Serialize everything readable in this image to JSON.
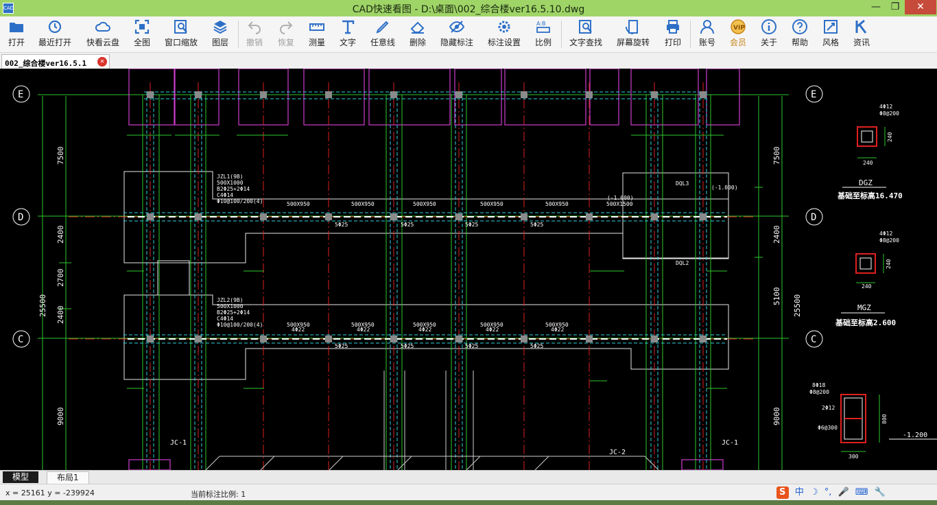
{
  "window": {
    "title": "CAD快速看图 - D:\\桌面\\002_综合楼ver16.5.10.dwg",
    "app_icon_text": "CAD",
    "minimize": "—",
    "restore": "❐",
    "close": "✕"
  },
  "toolbar": {
    "open": "打开",
    "recent": "最近打开",
    "cloud": "快看云盘",
    "fullview": "全图",
    "window_zoom": "窗口缩放",
    "layers": "图层",
    "undo": "撤销",
    "redo": "恢复",
    "measure": "测量",
    "text": "文字",
    "freeline": "任意线",
    "erase": "删除",
    "hide_annot": "隐藏标注",
    "annot_settings": "标注设置",
    "ratio": "比例",
    "text_find": "文字查找",
    "rotate": "屏幕旋转",
    "print": "打印",
    "account": "账号",
    "member": "会员",
    "about": "关于",
    "help": "帮助",
    "style": "风格",
    "news": "资讯"
  },
  "tab": {
    "label": "002_综合楼ver16.5.1"
  },
  "layout_tabs": {
    "model": "模型",
    "layout1": "布局1"
  },
  "status": {
    "coords": "x = 25161 y = -239924",
    "scale": "当前标注比例: 1"
  },
  "ime": {
    "logo": "S",
    "lang": "中"
  },
  "drawing": {
    "axis_e": "E",
    "axis_d": "D",
    "axis_c": "C",
    "dims_left": [
      "7500",
      "2400",
      "2700",
      "2400",
      "9000",
      "25500"
    ],
    "dims_right": [
      "7500",
      "2400",
      "5100",
      "9000",
      "25500"
    ],
    "beam_upper": [
      "500X950",
      "500X950",
      "500X950",
      "500X950",
      "500X950",
      "500X1500"
    ],
    "beam_lower": [
      "500X950",
      "500X950",
      "500X950",
      "500X950",
      "500X950"
    ],
    "rebar_labels": [
      "4Φ22",
      "4Φ22",
      "4Φ22",
      "4Φ22",
      "4Φ22"
    ],
    "bottom_labels": [
      "5Φ25",
      "5Φ25",
      "5Φ25",
      "5Φ25",
      "5Φ25"
    ],
    "jzl_upper": [
      "JZL1(9B)",
      "500X1000",
      "B2Φ25+2Φ14",
      "C4Φ14",
      "Φ10@100/200(4)"
    ],
    "jzl_lower": [
      "JZL2(9B)",
      "500X1000",
      "B2Φ25+2Φ14",
      "C4Φ14",
      "Φ10@100/200(4)"
    ],
    "dgz_label": "DGZ",
    "dgz_elev": "基础至标高16.470",
    "mgz_label": "MGZ",
    "mgz_elev": "基础至标高2.600",
    "col_rebar": "4Φ12",
    "col_stirrup": "Φ8@200",
    "col_dim": "240",
    "jc1": "JC-1",
    "jc2": "JC-2",
    "detail_a": "8Φ18",
    "detail_b": "Φ8@200",
    "detail_c": "2Φ12",
    "detail_d": "Φ6@300",
    "detail_w": "300",
    "detail_h": "800",
    "elev": "-1.200",
    "dql3": "DQL3",
    "dql2": "DQL2",
    "elev_1000": "(-1.000)"
  }
}
